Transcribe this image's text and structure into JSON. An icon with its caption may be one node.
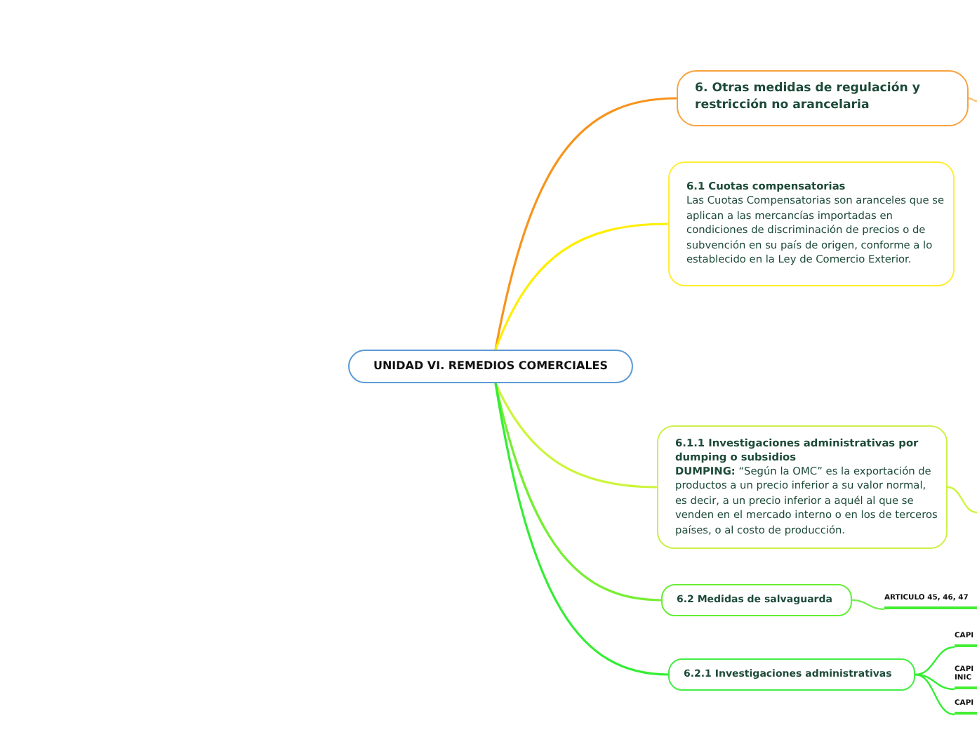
{
  "diagram": {
    "nodes": [
      {
        "text": [
          "UNIDAD VI. REMEDIOS COMERCIALES"
        ]
      },
      {
        "text": [
          "6. Otras medidas de regulación y restricción no arancelaria"
        ]
      },
      {
        "text": [
          "6.1 Cuotas compensatorias",
          "Las Cuotas Compensatorias son aranceles que se aplican a las mercancías importadas en condiciones de discriminación de precios o de subvención en su país de origen, conforme a lo establecido en la Ley de Comercio Exterior."
        ]
      },
      {
        "text": [
          "6.1.1 Investigaciones administrativas por dumping o subsidios",
          "**DUMPING:** “Según la OMC” es la exportación de productos a un precio inferior a su valor normal, es decir, a un precio inferior a aquél al que se venden en el mercado interno o en los de terceros países, o al costo de producción."
        ]
      },
      {
        "text": [
          "6.2 Medidas de salvaguarda"
        ]
      },
      {
        "text": [
          "6.2.1 Investigaciones administrativas"
        ]
      },
      {
        "text": [
          "ARTICULO 45, 46, 47"
        ]
      },
      {
        "text": [
          "CAPI"
        ]
      },
      {
        "text": [
          "CAPI INIC"
        ]
      },
      {
        "text": [
          "CAPI"
        ]
      }
    ],
    "edges": [
      {
        "from": 0,
        "to": 1,
        "arrow": "none",
        "color": "#f7941d"
      },
      {
        "from": 0,
        "to": 2,
        "arrow": "none",
        "color": "#ffee00"
      },
      {
        "from": 0,
        "to": 3,
        "arrow": "none",
        "color": "#ccf53c"
      },
      {
        "from": 0,
        "to": 4,
        "arrow": "none",
        "color": "#77ee33"
      },
      {
        "from": 0,
        "to": 5,
        "arrow": "none"
      },
      {
        "from": 1,
        "to": null,
        "arrow": "none",
        "color": "#fcc37a"
      },
      {
        "from": 3,
        "to": null,
        "arrow": "none",
        "color": "#ccf53c"
      },
      {
        "from": 4,
        "to": 6,
        "arrow": "none",
        "color": "#77ee55"
      },
      {
        "from": 5,
        "to": 7,
        "arrow": "none"
      },
      {
        "from": 5,
        "to": 8,
        "arrow": "none"
      },
      {
        "from": 5,
        "to": 9,
        "arrow": "none"
      }
    ]
  }
}
